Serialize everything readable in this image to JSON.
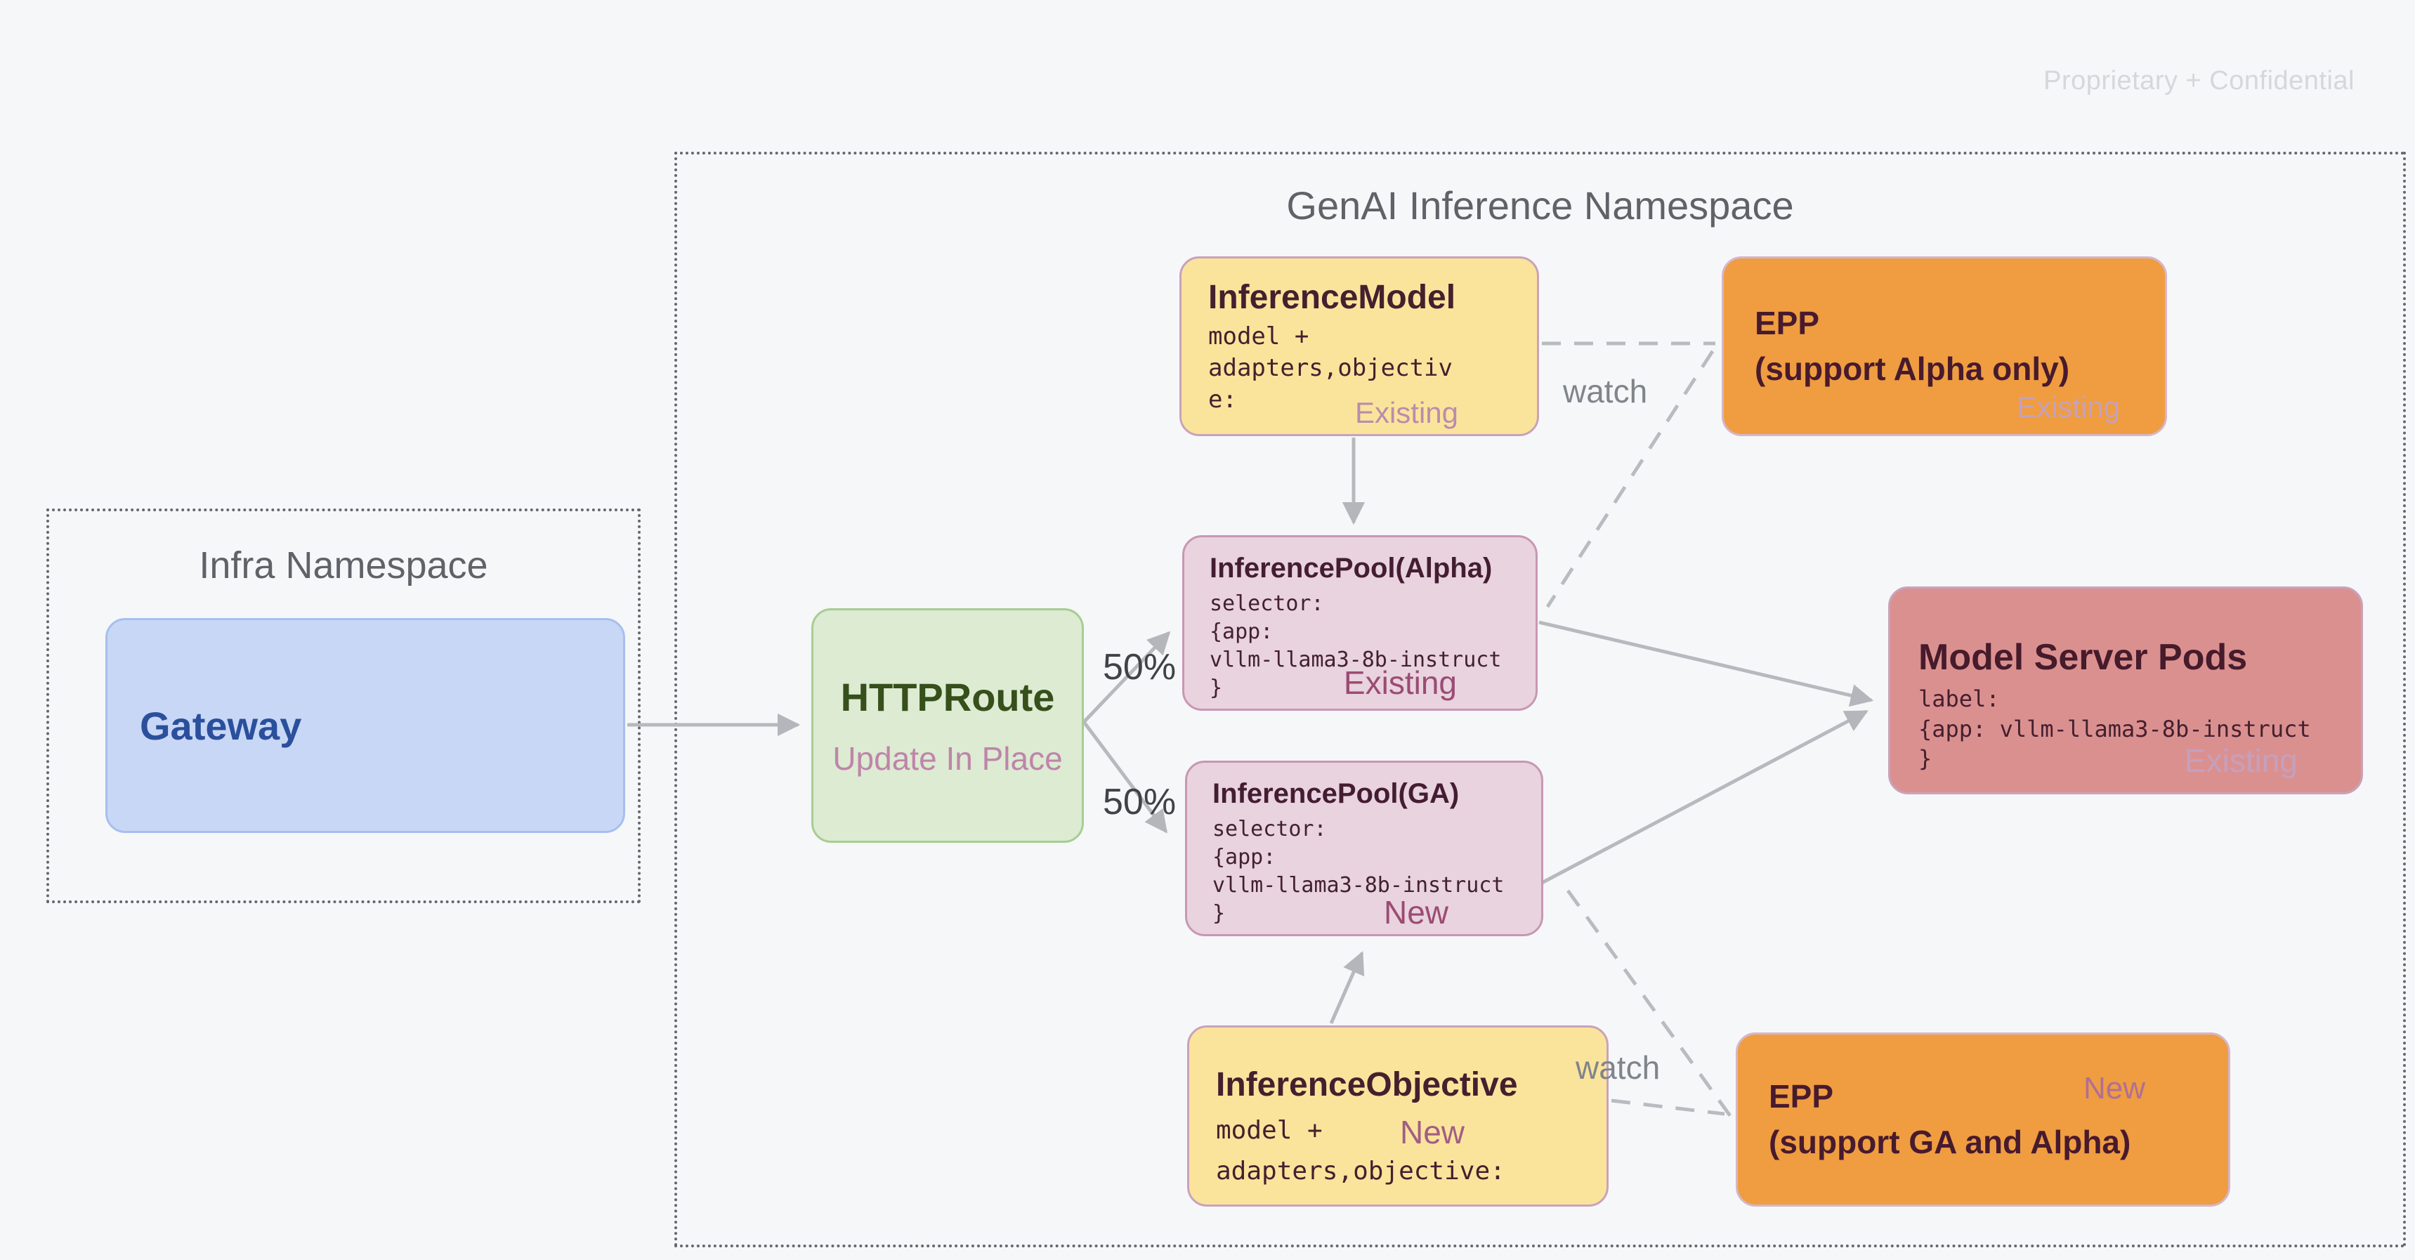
{
  "watermark": "Proprietary + Confidential",
  "namespaces": {
    "infra": {
      "title": "Infra Namespace"
    },
    "genai": {
      "title": "GenAI Inference Namespace"
    }
  },
  "nodes": {
    "gateway": {
      "title": "Gateway"
    },
    "httproute": {
      "title": "HTTPRoute",
      "status": "Update In Place"
    },
    "inference_model": {
      "title": "InferenceModel",
      "body": "model +\nadapters,objectiv\ne:",
      "badge": "Existing"
    },
    "epp_alpha": {
      "name": "EPP",
      "scope": "(support Alpha only)",
      "badge": "Existing"
    },
    "pool_alpha": {
      "title": "InferencePool(Alpha)",
      "body": "selector:\n{app:\nvllm-llama3-8b-instruct\n}",
      "badge": "Existing"
    },
    "pool_ga": {
      "title": "InferencePool(GA)",
      "body": "selector:\n{app:\nvllm-llama3-8b-instruct\n}",
      "badge": "New"
    },
    "model_server_pods": {
      "title": "Model Server Pods",
      "body": "label:\n{app: vllm-llama3-8b-instruct\n}",
      "badge": "Existing"
    },
    "inference_objective": {
      "title": "InferenceObjective",
      "body_line1": "model +",
      "body_line2": "adapters,objective:",
      "badge": "New"
    },
    "epp_ga": {
      "name": "EPP",
      "scope": "(support GA and Alpha)",
      "badge": "New"
    }
  },
  "edges": {
    "split_top": "50%",
    "split_bottom": "50%",
    "watch_top": "watch",
    "watch_bottom": "watch"
  },
  "colors": {
    "background": "#f6f7f9",
    "gateway_fill": "#c8d7f6",
    "httproute_fill": "#dcebd2",
    "yellow_fill": "#fae49c",
    "orange_fill": "#ef9d40",
    "pool_fill": "#e8d3df",
    "model_server_fill": "#db9090",
    "edge_gray": "#b6b9bd",
    "status_magenta": "#9c4b73",
    "namespace_gray": "#5f6368"
  }
}
